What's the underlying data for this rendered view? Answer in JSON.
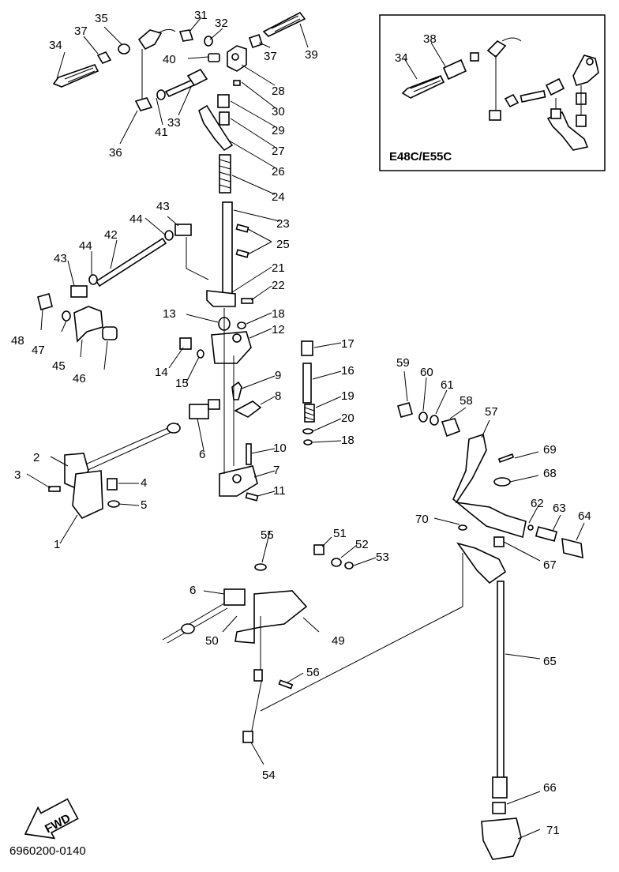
{
  "diagram": {
    "doc_code": "6960200-0140",
    "inset_label": "E48C/E55C",
    "fwd_label": "FWD",
    "callouts": [
      {
        "id": "c1",
        "text": "1"
      },
      {
        "id": "c2",
        "text": "2"
      },
      {
        "id": "c3",
        "text": "3"
      },
      {
        "id": "c4",
        "text": "4"
      },
      {
        "id": "c5",
        "text": "5"
      },
      {
        "id": "c6a",
        "text": "6"
      },
      {
        "id": "c6b",
        "text": "6"
      },
      {
        "id": "c7",
        "text": "7"
      },
      {
        "id": "c8",
        "text": "8"
      },
      {
        "id": "c9",
        "text": "9"
      },
      {
        "id": "c10",
        "text": "10"
      },
      {
        "id": "c11",
        "text": "11"
      },
      {
        "id": "c12",
        "text": "12"
      },
      {
        "id": "c13",
        "text": "13"
      },
      {
        "id": "c14",
        "text": "14"
      },
      {
        "id": "c15",
        "text": "15"
      },
      {
        "id": "c16",
        "text": "16"
      },
      {
        "id": "c17",
        "text": "17"
      },
      {
        "id": "c18a",
        "text": "18"
      },
      {
        "id": "c18b",
        "text": "18"
      },
      {
        "id": "c19",
        "text": "19"
      },
      {
        "id": "c20",
        "text": "20"
      },
      {
        "id": "c21",
        "text": "21"
      },
      {
        "id": "c22",
        "text": "22"
      },
      {
        "id": "c23",
        "text": "23"
      },
      {
        "id": "c24",
        "text": "24"
      },
      {
        "id": "c25",
        "text": "25"
      },
      {
        "id": "c26",
        "text": "26"
      },
      {
        "id": "c27",
        "text": "27"
      },
      {
        "id": "c28",
        "text": "28"
      },
      {
        "id": "c29",
        "text": "29"
      },
      {
        "id": "c30",
        "text": "30"
      },
      {
        "id": "c31",
        "text": "31"
      },
      {
        "id": "c32",
        "text": "32"
      },
      {
        "id": "c33",
        "text": "33"
      },
      {
        "id": "c34a",
        "text": "34"
      },
      {
        "id": "c34b",
        "text": "34"
      },
      {
        "id": "c35",
        "text": "35"
      },
      {
        "id": "c36",
        "text": "36"
      },
      {
        "id": "c37a",
        "text": "37"
      },
      {
        "id": "c37b",
        "text": "37"
      },
      {
        "id": "c38",
        "text": "38"
      },
      {
        "id": "c39",
        "text": "39"
      },
      {
        "id": "c40",
        "text": "40"
      },
      {
        "id": "c41",
        "text": "41"
      },
      {
        "id": "c42",
        "text": "42"
      },
      {
        "id": "c43a",
        "text": "43"
      },
      {
        "id": "c43b",
        "text": "43"
      },
      {
        "id": "c44a",
        "text": "44"
      },
      {
        "id": "c44b",
        "text": "44"
      },
      {
        "id": "c45",
        "text": "45"
      },
      {
        "id": "c46",
        "text": "46"
      },
      {
        "id": "c47",
        "text": "47"
      },
      {
        "id": "c48",
        "text": "48"
      },
      {
        "id": "c49",
        "text": "49"
      },
      {
        "id": "c50",
        "text": "50"
      },
      {
        "id": "c51",
        "text": "51"
      },
      {
        "id": "c52",
        "text": "52"
      },
      {
        "id": "c53",
        "text": "53"
      },
      {
        "id": "c54",
        "text": "54"
      },
      {
        "id": "c55",
        "text": "55"
      },
      {
        "id": "c56",
        "text": "56"
      },
      {
        "id": "c57",
        "text": "57"
      },
      {
        "id": "c58",
        "text": "58"
      },
      {
        "id": "c59",
        "text": "59"
      },
      {
        "id": "c60",
        "text": "60"
      },
      {
        "id": "c61",
        "text": "61"
      },
      {
        "id": "c62",
        "text": "62"
      },
      {
        "id": "c63",
        "text": "63"
      },
      {
        "id": "c64",
        "text": "64"
      },
      {
        "id": "c65",
        "text": "65"
      },
      {
        "id": "c66",
        "text": "66"
      },
      {
        "id": "c67",
        "text": "67"
      },
      {
        "id": "c68",
        "text": "68"
      },
      {
        "id": "c69",
        "text": "69"
      },
      {
        "id": "c70",
        "text": "70"
      },
      {
        "id": "c71",
        "text": "71"
      }
    ]
  }
}
